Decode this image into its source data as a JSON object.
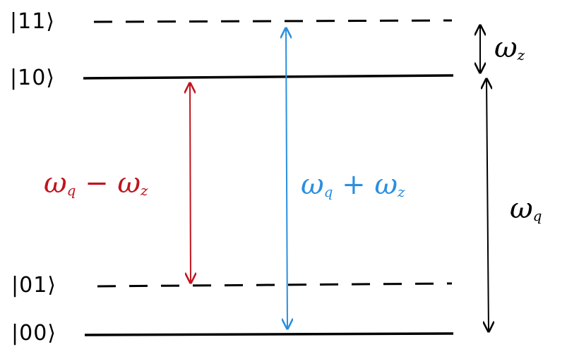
{
  "states": {
    "s11": "|11⟩",
    "s10": "|10⟩",
    "s01": "|01⟩",
    "s00": "|00⟩"
  },
  "labels": {
    "red_difference": {
      "omega": "ω",
      "sub1": "q",
      "op": " − ",
      "omega2": "ω",
      "sub2": "z"
    },
    "blue_sum": {
      "omega": "ω",
      "sub1": "q",
      "op": " + ",
      "omega2": "ω",
      "sub2": "z"
    },
    "omega_z": {
      "omega": "ω",
      "sub": "z"
    },
    "omega_q": {
      "omega": "ω",
      "sub": "q"
    }
  },
  "colors": {
    "ink": "#000000",
    "red": "#c0141e",
    "blue": "#2a8fe0"
  }
}
